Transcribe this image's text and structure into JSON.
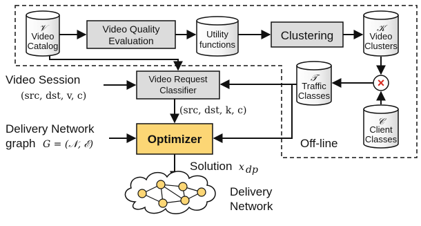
{
  "nodes": {
    "video_catalog": {
      "symbol": "𝒱",
      "line1": "Video",
      "line2": "Catalog"
    },
    "video_quality_eval": {
      "line1": "Video Quality",
      "line2": "Evaluation"
    },
    "utility_functions": {
      "line1": "Utility",
      "line2": "functions"
    },
    "clustering": {
      "label": "Clustering"
    },
    "video_clusters": {
      "symbol": "𝒦",
      "line1": "Video",
      "line2": "Clusters"
    },
    "traffic_classes": {
      "symbol": "𝒯",
      "line1": "Traffic",
      "line2": "Classes"
    },
    "client_classes": {
      "symbol": "𝒞",
      "line1": "Client",
      "line2": "Classes"
    },
    "video_request_classifier": {
      "line1": "Video Request",
      "line2": "Classifier"
    },
    "optimizer": {
      "label": "Optimizer"
    },
    "combine_op": {
      "symbol": "×"
    }
  },
  "labels": {
    "video_session": "Video Session",
    "video_session_tuple": "(src, dst, v, c)",
    "classifier_output": "(src, dst, k, c)",
    "delivery_network_graph": "Delivery Network",
    "graph_word": "graph",
    "graph_formula": "G = (𝒩, ℰ)",
    "solution": "Solution",
    "solution_var": "x",
    "solution_sub": "dp",
    "offline": "Off-line",
    "delivery_network_1": "Delivery",
    "delivery_network_2": "Network"
  },
  "colors": {
    "gray_box": "#dcdcdc",
    "optimizer_fill": "#fcd675",
    "network_node": "#fcd675",
    "cross_red": "#d62a1f"
  }
}
